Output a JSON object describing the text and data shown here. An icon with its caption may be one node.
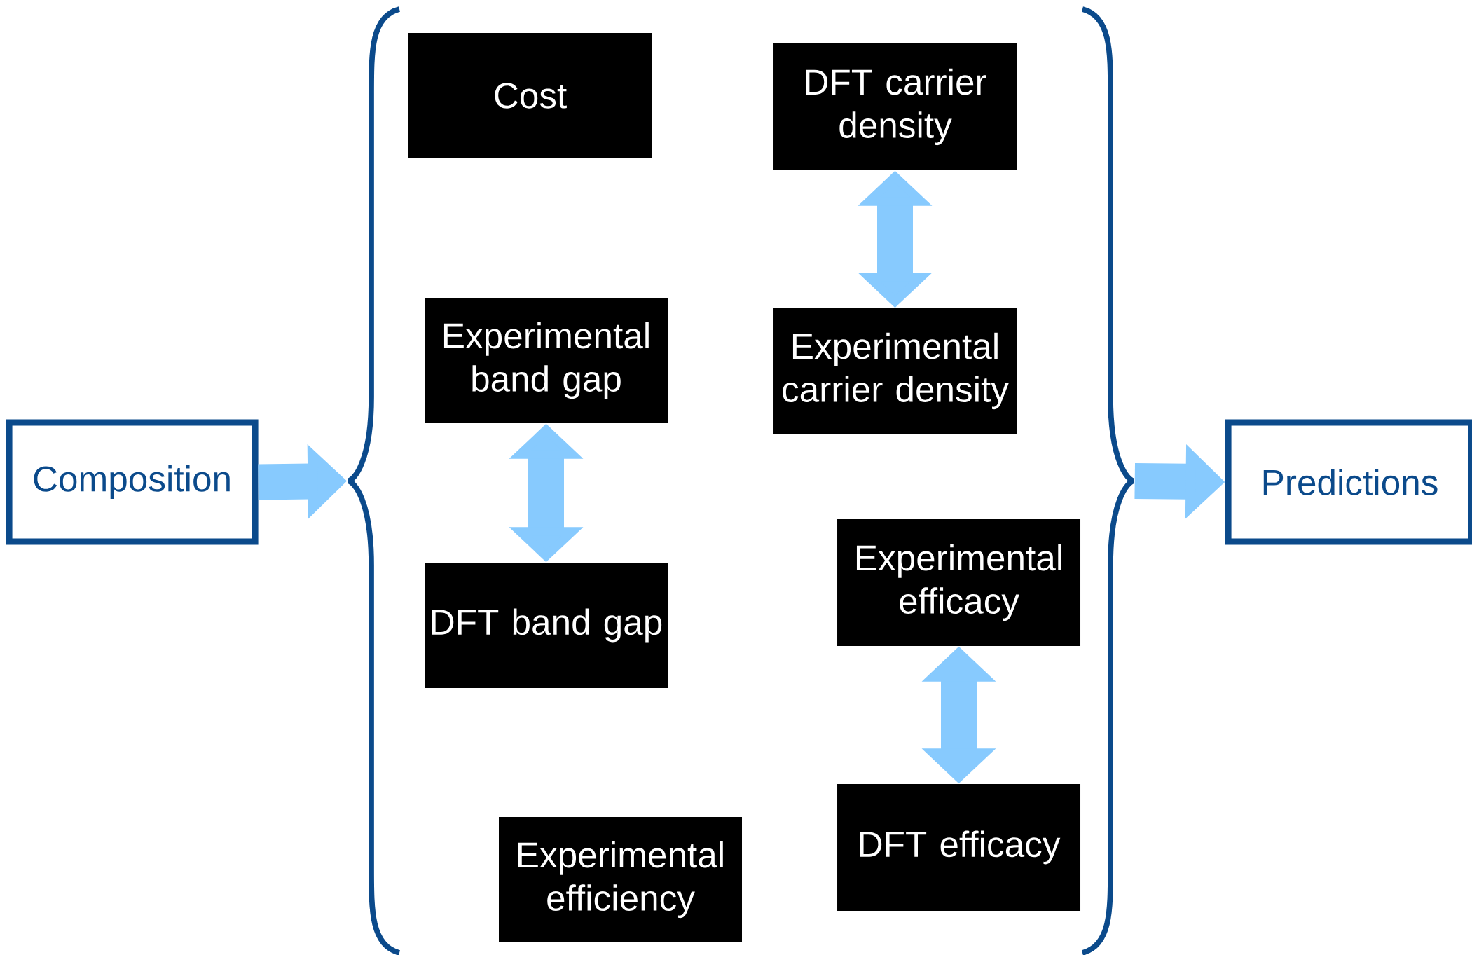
{
  "diagram": {
    "nodes": [
      {
        "text": [
          "Composition"
        ]
      },
      {
        "text": [],
        "shape": "bracket"
      },
      {
        "text": [
          "Cost"
        ],
        "in": 1
      },
      {
        "text": [
          "DFT carrier density"
        ],
        "in": 1
      },
      {
        "text": [
          "Experimental carrier density"
        ],
        "in": 1
      },
      {
        "text": [
          "Experimental band gap"
        ],
        "in": 1
      },
      {
        "text": [
          "DFT band gap"
        ],
        "in": 1
      },
      {
        "text": [
          "Experimental efficacy"
        ],
        "in": 1
      },
      {
        "text": [
          "DFT efficacy"
        ],
        "in": 1
      },
      {
        "text": [
          "Experimental efficiency"
        ],
        "in": 1
      },
      {
        "text": [
          "Predictions"
        ]
      }
    ],
    "edges": [
      {
        "from": 0,
        "to": 1,
        "arrow": "to"
      },
      {
        "from": 1,
        "to": 10,
        "arrow": "to"
      },
      {
        "from": 3,
        "to": 4,
        "arrow": "both"
      },
      {
        "from": 5,
        "to": 6,
        "arrow": "both"
      },
      {
        "from": 7,
        "to": 8,
        "arrow": "both"
      }
    ]
  }
}
